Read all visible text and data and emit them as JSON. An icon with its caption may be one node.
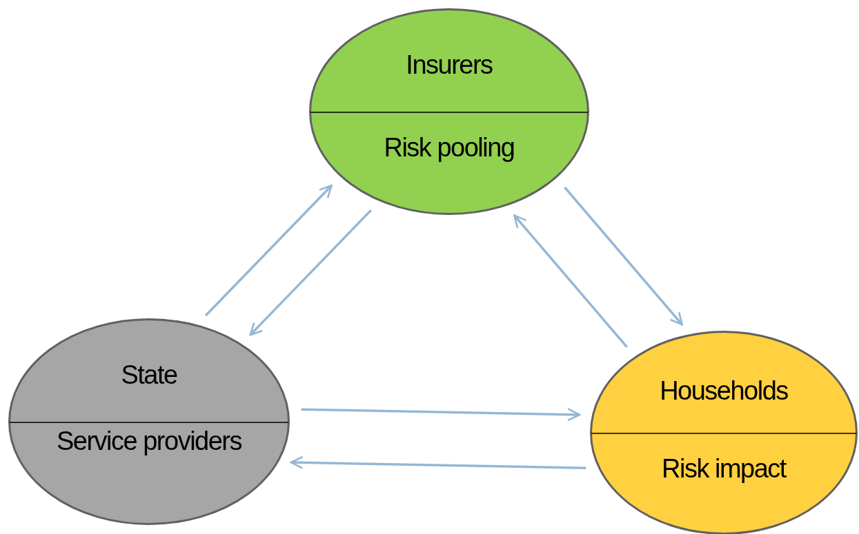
{
  "diagram": {
    "nodes": [
      {
        "text": [
          "Insurers",
          "Risk pooling"
        ]
      },
      {
        "text": [
          "State",
          "Service providers"
        ]
      },
      {
        "text": [
          "Households",
          "Risk impact"
        ]
      }
    ],
    "edges": [
      {
        "from": 1,
        "to": 0,
        "arrow": "to"
      },
      {
        "from": 0,
        "to": 1,
        "arrow": "to"
      },
      {
        "from": 0,
        "to": 2,
        "arrow": "to"
      },
      {
        "from": 2,
        "to": 0,
        "arrow": "to"
      },
      {
        "from": 1,
        "to": 2,
        "arrow": "to"
      },
      {
        "from": 2,
        "to": 1,
        "arrow": "to"
      }
    ]
  }
}
